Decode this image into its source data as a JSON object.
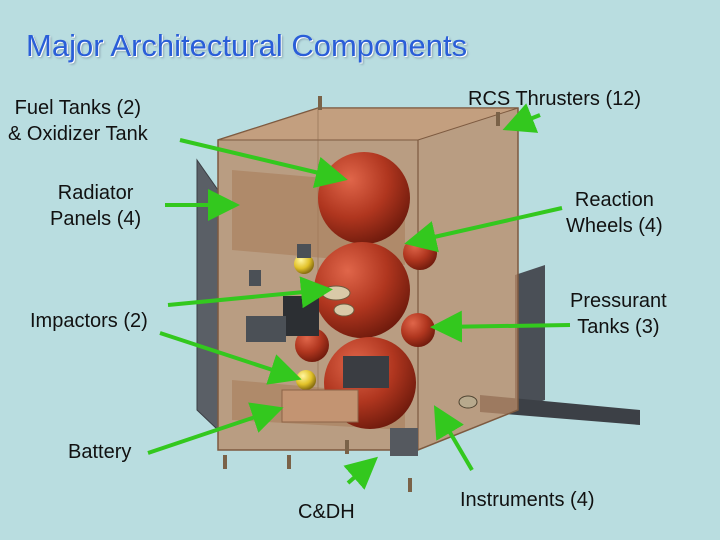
{
  "title": "Major Architectural Components",
  "labels": {
    "fuel_tanks": [
      "Fuel Tanks (2)",
      "& Oxidizer Tank"
    ],
    "rcs_thrusters": "RCS Thrusters (12)",
    "radiator_panels": [
      "Radiator",
      "Panels (4)"
    ],
    "reaction_wheels": [
      "Reaction",
      "Wheels (4)"
    ],
    "impactors": "Impactors (2)",
    "pressurant_tanks": [
      "Pressurant",
      "Tanks (3)"
    ],
    "battery": "Battery",
    "cdh": "C&DH",
    "instruments": "Instruments (4)"
  },
  "colors": {
    "background": "#b9dde0",
    "title": "#2a5ed8",
    "arrow": "#33c81e",
    "tank": "#a8301c",
    "enclosure": "#b88a68"
  }
}
